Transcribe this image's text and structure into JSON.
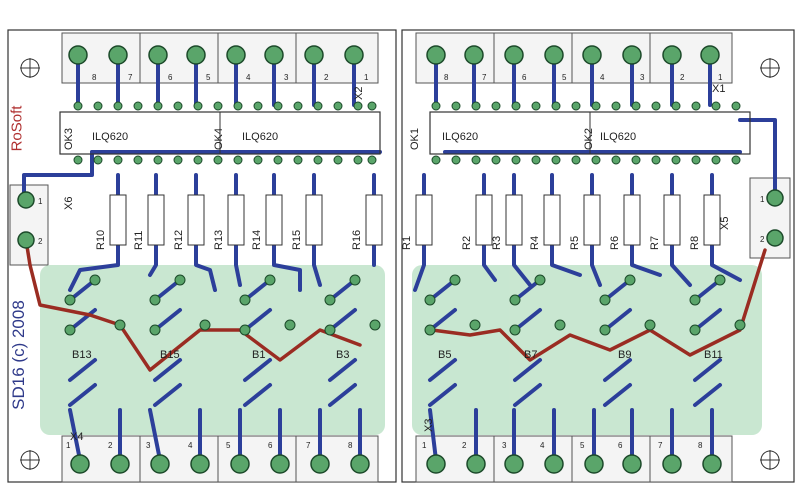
{
  "board": {
    "brand": "RoSoft",
    "copyright": "SD16 (c) 2008",
    "optocouplers": [
      {
        "ref": "OK3",
        "part": "ILQ620"
      },
      {
        "ref": "OK4",
        "part": "ILQ620"
      },
      {
        "ref": "OK1",
        "part": "ILQ620"
      },
      {
        "ref": "OK2",
        "part": "ILQ620"
      }
    ],
    "resistors": [
      "R10",
      "R11",
      "R12",
      "R13",
      "R14",
      "R15",
      "R16",
      "R1",
      "R2",
      "R3",
      "R4",
      "R5",
      "R6",
      "R7",
      "R8"
    ],
    "bridges": [
      "B13",
      "B15",
      "B1",
      "B3",
      "B5",
      "B7",
      "B9",
      "B11"
    ],
    "connectors": {
      "top_left": {
        "ref": "X2",
        "pins": [
          "8",
          "7",
          "6",
          "5",
          "4",
          "3",
          "2",
          "1"
        ]
      },
      "top_right": {
        "ref": "X1",
        "pins": [
          "8",
          "7",
          "6",
          "5",
          "4",
          "3",
          "2",
          "1"
        ]
      },
      "bottom_left": {
        "ref": "X4",
        "pins": [
          "1",
          "2",
          "3",
          "4",
          "5",
          "6",
          "7",
          "8"
        ]
      },
      "bottom_right": {
        "ref": "X3",
        "pins": [
          "1",
          "2",
          "3",
          "4",
          "5",
          "6",
          "7",
          "8"
        ]
      },
      "side_left": {
        "ref": "X6",
        "pins": [
          "1",
          "2"
        ]
      },
      "side_right": {
        "ref": "X5",
        "pins": [
          "1",
          "2"
        ]
      }
    },
    "colors": {
      "trace_blue": "#2c3f9a",
      "trace_red": "#9a2c22",
      "pad_green": "#5aa56a",
      "zone_green": "#bfe3c9"
    }
  }
}
